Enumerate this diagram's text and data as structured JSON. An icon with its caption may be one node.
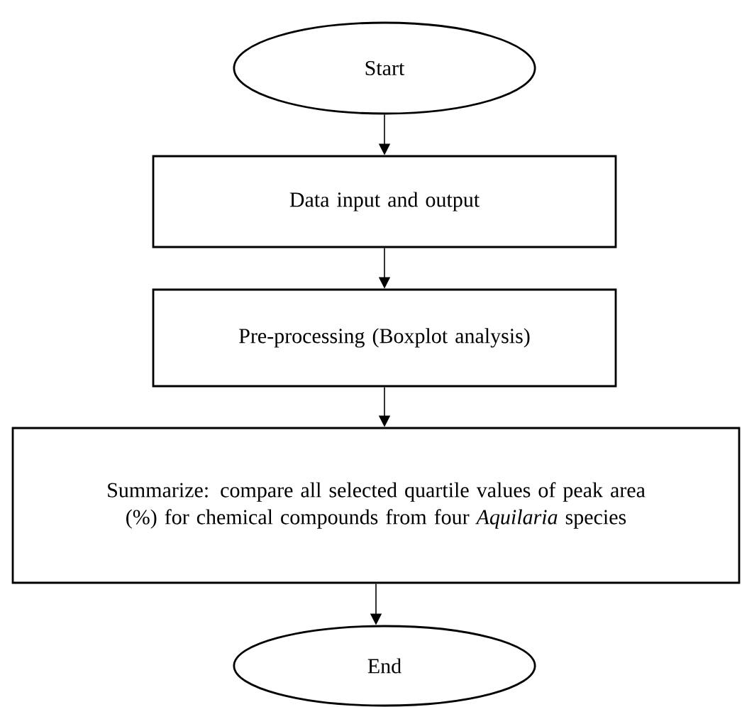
{
  "diagram": {
    "nodes": [
      {
        "text": [
          "Start"
        ]
      },
      {
        "text": [
          "Data input and output"
        ]
      },
      {
        "text": [
          "Pre-processing (Boxplot analysis)"
        ]
      },
      {
        "text": [
          "Summarize: compare all selected quartile values of peak area (%) for chemical compounds from four *Aquilaria* species"
        ]
      },
      {
        "text": [
          "End"
        ]
      }
    ],
    "edges": [
      {
        "from": 0,
        "to": 1,
        "arrow": "to"
      },
      {
        "from": 1,
        "to": 2,
        "arrow": "to"
      },
      {
        "from": 2,
        "to": 3,
        "arrow": "to"
      },
      {
        "from": 3,
        "to": 4,
        "arrow": "to"
      }
    ]
  }
}
